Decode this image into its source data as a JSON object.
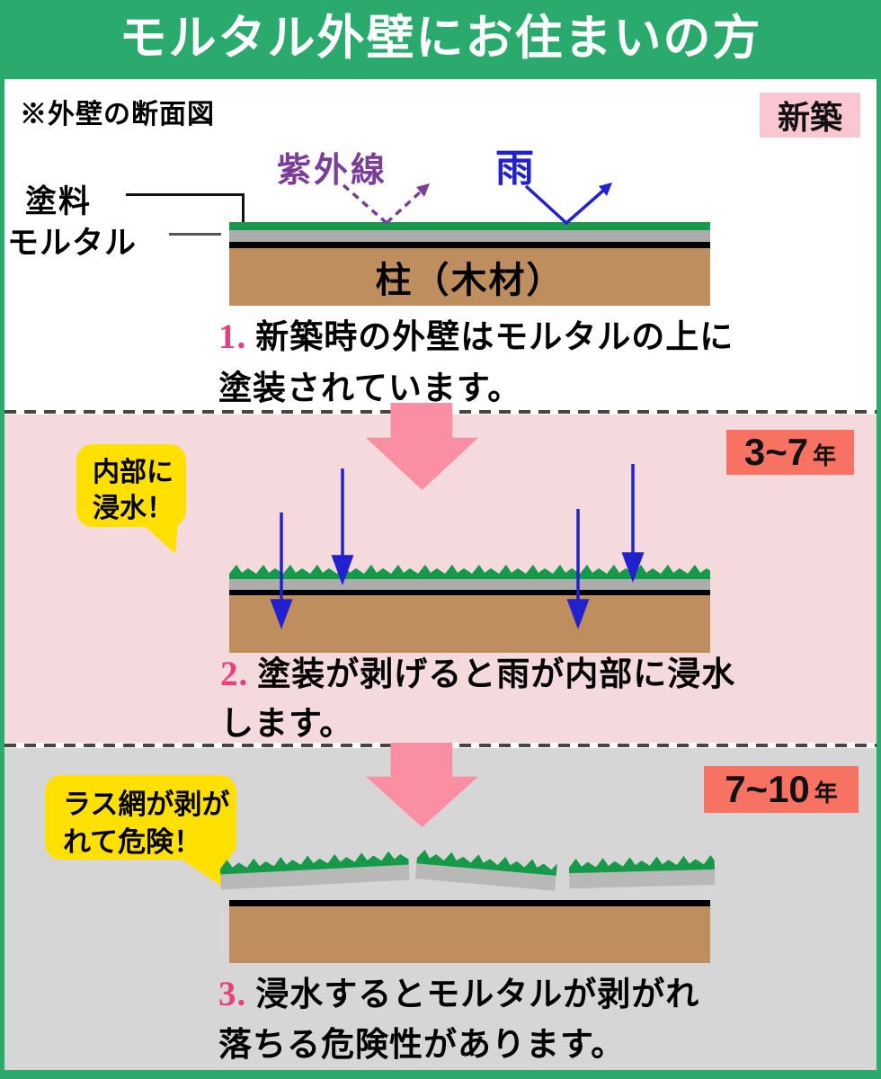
{
  "header": {
    "title": "モルタル外壁にお住まいの方"
  },
  "note": "※外壁の断面図",
  "badges": {
    "new": "新築",
    "mid_num": "3~7",
    "mid_unit": "年",
    "late_num": "7~10",
    "late_unit": "年"
  },
  "labels": {
    "paint": "塗料",
    "mortar": "モルタル",
    "uv": "紫外線",
    "rain": "雨",
    "pillar": "柱（木材）"
  },
  "bubbles": {
    "water_line1": "内部に",
    "water_line2": "浸水！",
    "lath_line1": "ラス網が剥が",
    "lath_line2": "れて危険！"
  },
  "captions": {
    "c1_num": "1.",
    "c1_line1": "新築時の外壁はモルタルの上に",
    "c1_line2": "塗装されています。",
    "c2_num": "2.",
    "c2_line1": "塗装が剥げると雨が内部に浸水",
    "c2_line2": "します。",
    "c3_num": "3.",
    "c3_line1": "浸水するとモルタルが剥がれ",
    "c3_line2": "落ちる危険性があります。"
  },
  "colors": {
    "header_green": "#2BAA6E",
    "paint_green": "#17994A",
    "mortar_gray": "#ACACAC",
    "wood_brown": "#BF8E5E",
    "lath_black": "#000000",
    "section_pink": "#F4D9DD",
    "section_gray": "#D6D6D7",
    "badge_new_pink": "#FAC6D2",
    "badge_year_coral": "#F87263",
    "bubble_yellow": "#FFE000",
    "big_arrow_pink": "#FA8FA3",
    "rain_blue": "#2121CE",
    "uv_purple": "#7B3E98",
    "caption_number_pink": "#E6417E"
  }
}
